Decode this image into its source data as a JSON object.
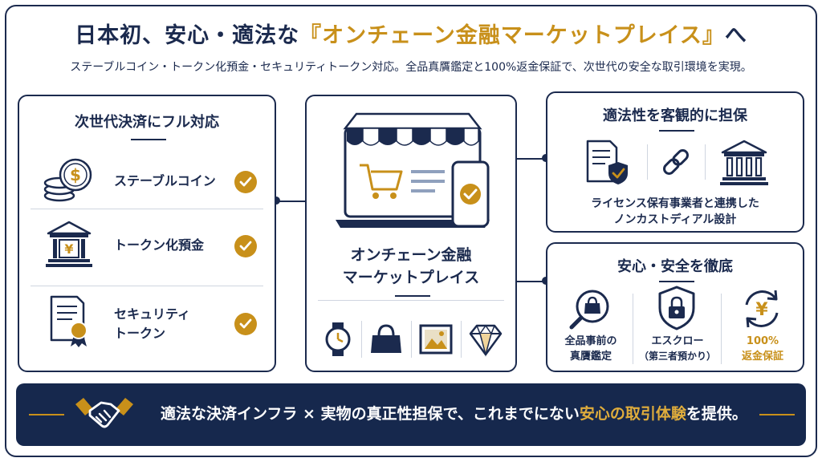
{
  "header": {
    "title_prefix": "日本初、安心・適法な",
    "title_highlight": "『オンチェーン金融マーケットプレイス』",
    "title_suffix": "へ",
    "subtitle": "ステーブルコイン・トークン化預金・セキュリティトークン対応。全品真贋鑑定と100%返金保証で、次世代の安全な取引環境を実現。"
  },
  "left_panel": {
    "title": "次世代決済にフル対応",
    "items": [
      {
        "label": "ステーブルコイン",
        "icon": "dollar-coins-icon"
      },
      {
        "label": "トークン化預金",
        "icon": "yen-bank-icon"
      },
      {
        "label_line1": "セキュリティ",
        "label_line2": "トークン",
        "icon": "certificate-icon"
      }
    ]
  },
  "center_panel": {
    "name_line1": "オンチェーン金融",
    "name_line2": "マーケットプレイス",
    "items": [
      "watch-icon",
      "handbag-icon",
      "picture-icon",
      "diamond-icon"
    ]
  },
  "right_top": {
    "title": "適法性を客観的に担保",
    "text_line1": "ライセンス保有事業者と連携した",
    "text_line2": "ノンカストディアル設計"
  },
  "right_bottom": {
    "title": "安心・安全を徹底",
    "items": [
      {
        "line1": "全品事前の",
        "line2": "真贋鑑定",
        "icon": "inspect-bag-icon"
      },
      {
        "line1": "エスクロー",
        "line2": "（第三者預かり）",
        "icon": "shield-lock-icon"
      },
      {
        "line1": "100%",
        "line2": "返金保証",
        "icon": "yen-refund-icon"
      }
    ]
  },
  "banner": {
    "text_prefix": "適法な決済インフラ × 実物の真正性担保で、これまでにない",
    "text_highlight": "安心の取引体験",
    "text_suffix": "を提供。"
  },
  "colors": {
    "navy": "#1b2a4e",
    "gold": "#c8901a",
    "banner": "#16284d"
  }
}
